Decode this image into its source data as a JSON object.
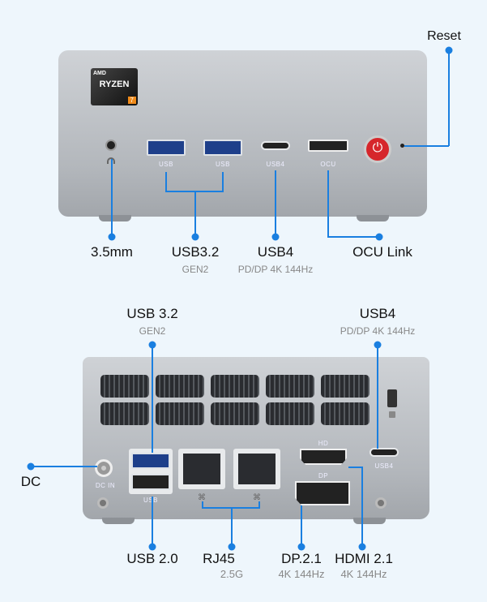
{
  "front": {
    "logo": {
      "brand": "AMD",
      "name": "RYZEN",
      "tier": "7"
    },
    "port_labels": [
      "USB",
      "USB",
      "USB4",
      "OCU"
    ],
    "callouts": {
      "reset": "Reset",
      "audio": "3.5mm",
      "usb32": {
        "title": "USB3.2",
        "sub": "GEN2"
      },
      "usb4": {
        "title": "USB4",
        "sub": "PD/DP 4K 144Hz"
      },
      "ocu": "OCU Link"
    }
  },
  "rear": {
    "port_labels": {
      "dc": "DC IN",
      "usb": "USB",
      "hd": "HD",
      "dp": "DP",
      "usb4": "USB4"
    },
    "callouts": {
      "usb32": {
        "title": "USB 3.2",
        "sub": "GEN2"
      },
      "usb4": {
        "title": "USB4",
        "sub": "PD/DP 4K 144Hz"
      },
      "dc": "DC",
      "usb20": "USB 2.0",
      "rj45": {
        "title": "RJ45",
        "sub": "2.5G"
      },
      "dp": {
        "title": "DP.2.1",
        "sub": "4K 144Hz"
      },
      "hdmi": {
        "title": "HDMI 2.1",
        "sub": "4K 144Hz"
      }
    }
  },
  "colors": {
    "accent": "#1a7fe0",
    "power": "#d6262b"
  }
}
